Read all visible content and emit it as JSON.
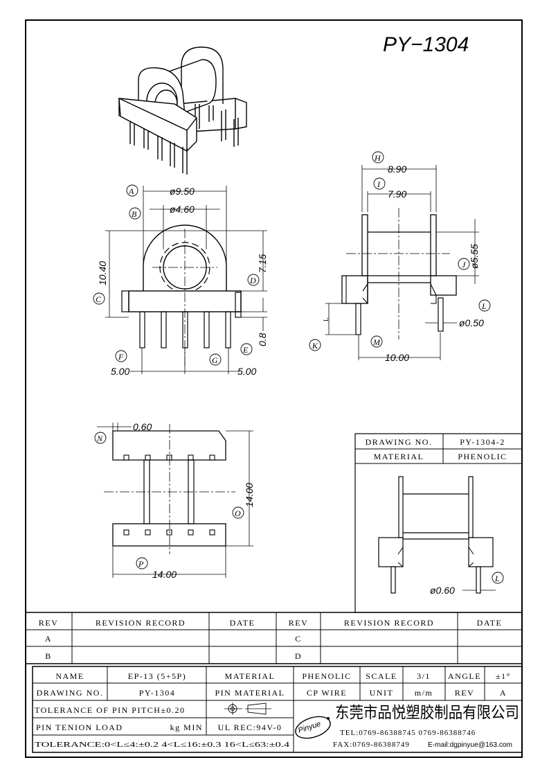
{
  "title": "PY−1304",
  "dims": {
    "A": "A",
    "B": "B",
    "C": "C",
    "D": "D",
    "E": "E",
    "F": "F",
    "G": "G",
    "H": "H",
    "I": "I",
    "J": "J",
    "K": "K",
    "L": "L",
    "M": "M",
    "N": "N",
    "O": "O",
    "P": "P",
    "L2": "L",
    "a_val": "ø9.50",
    "b_val": "ø4.60",
    "c_val": "10.40",
    "d_val": "7.15",
    "e_val": "0.8",
    "f_val": "5.00",
    "g_val": "5.00",
    "h_val": "8.90",
    "i_val": "7.90",
    "j_val": "ø5.55",
    "k_val": "L",
    "l_val": "ø0.50",
    "m_val": "10.00",
    "n_val": "0.60",
    "o_val": "14.00",
    "p_val": "14.00",
    "l2_val": "ø0.60"
  },
  "drawing_box": {
    "drawing_no_label": "DRAWING NO.",
    "drawing_no": "PY-1304-2",
    "material_label": "MATERIAL",
    "material": "PHENOLIC"
  },
  "revision": {
    "rev": "REV",
    "record": "REVISION RECORD",
    "date": "DATE",
    "rows_left": [
      "A",
      "B"
    ],
    "rows_right": [
      "C",
      "D"
    ]
  },
  "title_block": {
    "name_label": "NAME",
    "name": "EP-13 (5+5P)",
    "material_label": "MATERIAL",
    "material": "PHENOLIC",
    "scale_label": "SCALE",
    "scale": "3/1",
    "angle_label": "ANGLE",
    "angle": "±1°",
    "drawing_no_label": "DRAWING NO.",
    "drawing_no": "PY-1304",
    "pin_material_label": "PIN MATERIAL",
    "pin_material": "CP WIRE",
    "unit_label": "UNIT",
    "unit": "m/m",
    "rev_label": "REV",
    "rev": "A",
    "tol_pitch": "TOLERANCE OF PIN PITCH±0.20",
    "pin_tension_label": "PIN TENION LOAD",
    "pin_tension": "kg MIN",
    "ul_rec": "UL REC:94V-0",
    "tol_line": "TOLERANCE:0<L≤4:±0.2  4<L≤16:±0.3  16<L≤63:±0.4",
    "logo": "Pinyue",
    "company": "东莞市品悦塑胶制品有限公司",
    "tel": "TEL:0769-86388745   0769-86388746",
    "fax": "FAX:0769-86388749",
    "email": "E-mail:dgpinyue@163.com"
  }
}
